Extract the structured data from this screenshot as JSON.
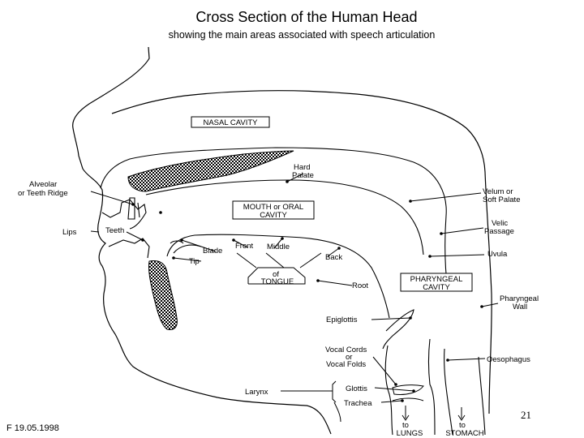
{
  "title": "Cross Section of the Human Head",
  "subtitle": "showing the main areas associated with speech articulation",
  "labels": {
    "nasal_cavity": "NASAL CAVITY",
    "hard_palate_1": "Hard",
    "hard_palate_2": "Palate",
    "alveolar_1": "Alveolar",
    "alveolar_2": "or Teeth Ridge",
    "mouth_1": "MOUTH or ORAL",
    "mouth_2": "CAVITY",
    "velum_1": "Velum or",
    "velum_2": "Soft Palate",
    "velic_1": "Velic",
    "velic_2": "Passage",
    "lips": "Lips",
    "teeth": "Teeth",
    "front": "Front",
    "middle": "Middle",
    "blade": "Blade",
    "tip": "Tip",
    "back": "Back",
    "uvula": "Uvula",
    "of": "of",
    "tongue": "TONGUE",
    "root": "Root",
    "pharyngeal_cavity_1": "PHARYNGEAL",
    "pharyngeal_cavity_2": "CAVITY",
    "pharyngeal_wall_1": "Pharyngeal",
    "pharyngeal_wall_2": "Wall",
    "epiglottis": "Epiglottis",
    "vocal_cords_1": "Vocal Cords",
    "vocal_cords_2": "or",
    "vocal_cords_3": "Vocal Folds",
    "oesophagus": "Oesophagus",
    "larynx": "Larynx",
    "glottis": "Glottis",
    "trachea": "Trachea",
    "to_lungs_1": "to",
    "to_lungs_2": "LUNGS",
    "to_stomach_1": "to",
    "to_stomach_2": "STOMACH"
  },
  "page_number": "21",
  "date_stamp": "F 19.05.1998"
}
